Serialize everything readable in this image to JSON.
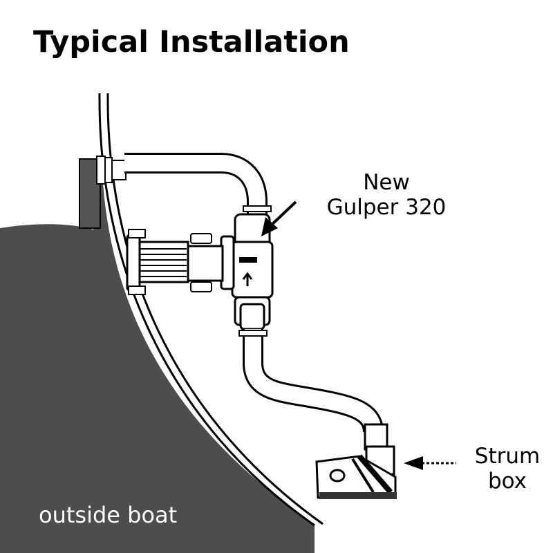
{
  "title": "Typical Installation",
  "pump_label": {
    "line1": "New",
    "line2": "Gulper 320"
  },
  "strum_label": {
    "line1": "Strum",
    "line2": "box"
  },
  "outside_label": "outside boat",
  "colors": {
    "hull_fill": "#4d4d4d",
    "line": "#000000",
    "background": "#ffffff",
    "outside_text": "#ffffff"
  }
}
